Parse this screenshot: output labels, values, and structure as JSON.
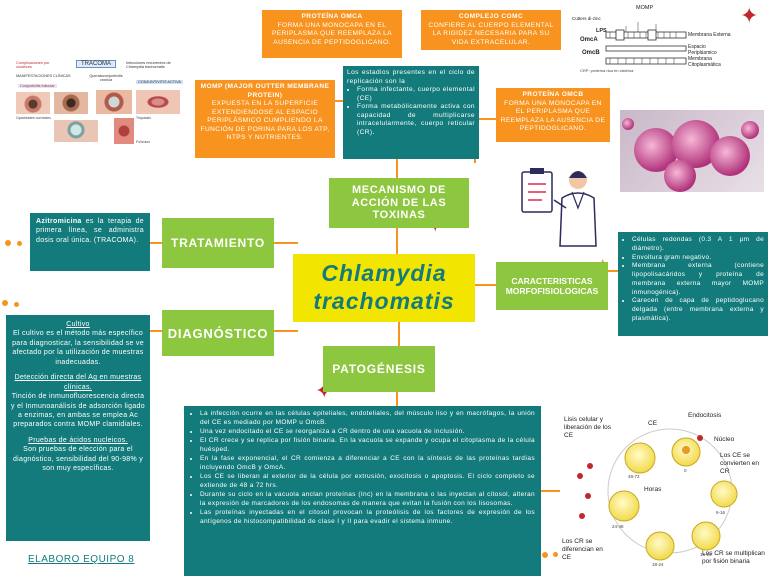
{
  "center": {
    "line1": "Chlamydia",
    "line2": "trachomatis"
  },
  "branches": {
    "mecanismo": "MECANISMO DE ACCIÓN DE LAS TOXINAS",
    "tratamiento": "TRATAMIENTO",
    "diagnostico": "DIAGNÓSTICO",
    "patogenesis": "PATOGÉNESIS",
    "caracteristicas": "CARACTERISTICAS MORFOFISIOLOGICAS"
  },
  "omca": {
    "title": "PROTEÍNA OMCA",
    "text": "FORMA UNA MONOCAPA EN EL PERIPLASMA QUE REEMPLAZA LA AUSENCIA DE PEPTIDOGLICANO."
  },
  "comc": {
    "title": "COMPLEJO COMC",
    "text": "CONFIERE AL CUERPO ELEMENTAL LA RIGIDEZ NECESARIA PARA SU VIDA EXTRACELULAR."
  },
  "momp": {
    "title": "MOMP (MAJOR OUTTER MEMBRANE PROTEIN)",
    "text": "EXPUESTA EN LA SUPERFICIE EXTENDIENDOSE AL ESPACIO PERIPLÁSMICO CUMPLIENDO LA FUNCIÓN DE PORINA PARA LOS ATP, NTPS Y NUTRIENTES."
  },
  "omcb": {
    "title": "PROTEÍNA OMCB",
    "text": "FORMA UNA MONOCAPA EN EL PERIPLASMA QUE REEMPLAZA LA AUSENCIA DE PEPTIDOGLICANO."
  },
  "estadios": {
    "intro": "Los estadios presentes en el ciclo de replicación son la",
    "items": [
      "Forma infectante, cuerpo elemental (CE)",
      "Forma metabólicamente activa con capacidad de multiplicarse intracelularmente, cuerpo reticular (CR)."
    ]
  },
  "tratamiento": {
    "drug": "Azitromicina",
    "text": " es la terapia de primera línea, se administra dosis oral única. (TRACOMA)."
  },
  "diagnostico": {
    "s1_title": "Cultivo",
    "s1_text": "El cultivo es el método más específico para diagnosticar, la sensibilidad se ve afectado por la utilización de muestras inadecuadas.",
    "s2_title": "Detección directa del Ag en muestras clínicas.",
    "s2_text": "Tinción de inmunofluorescencia directa y el Inmunoanálisis de adsorción ligado a enzimas, en ambas se emplea Ac preparados contra MOMP clamidiales.",
    "s3_title": "Pruebas de ácidos nucleicos.",
    "s3_text": "Son pruebas de elección para el diagnóstico, sensibilidad del 90-98% y son muy específicas."
  },
  "caracteristicas": [
    "Células redondas (0.3 A 1 µm de diámetro).",
    "Envoltura gram negativo.",
    "Membrana externa (contiene lipopolisacáridos y proteína de membrana externa mayor MOMP inmunogénica).",
    "Carecen de capa de peptidoglucano delgada (entre membrana externa y plasmática)."
  ],
  "patogenesis": [
    "La infección ocurre en las células epiteliales, endoteliales, del músculo liso y en macrófagos, la unión del CE es mediado por MOMP u OmcB.",
    "Una vez endocitado el CE se reorganiza a CR dentro de una vacuola de inclusión.",
    "El CR crece y se replica por fisión binaria. En la vacuola se expande y ocupa el citoplasma de la célula huésped.",
    "En la fase exponencial, el CR comienza a diferenciar a CE con la síntesis de las proteínas tardías incluyendo OmcB y OmcA.",
    "Los CE se liberan al exterior de la célula por extrusión, exocitosis o apoptosis. El ciclo completo se extiende de 48 a 72 hrs.",
    "Durante su ciclo en la vacuola anclan proteínas (Inc) en la membrana o las inyectan al citosol, alteran la expresión de marcadores de los endosomas de manera que evitan la fusión con los lisosomas.",
    "Las proteínas inyectadas en el citosol provocan la proteólisis de los factores de expresión de los antígenos de histocompatibilidad de clase I y II para evadir el sistema inmune."
  ],
  "footer": "ELABORO EQUIPO 8",
  "membrane": {
    "momp": "MOMP",
    "cutter": "Cutters di-zinc",
    "lps": "LPS",
    "omca": "OmcA",
    "omcb": "OmcB",
    "l1": "Membrana Externa",
    "l2": "Espacio Periplásmico",
    "l3": "Membrana Citoplasmática",
    "caption": "CRP: proteína rica en cisteína"
  },
  "trachoma": {
    "head": "TRACOMA",
    "left": "Complicaciones por cicatrices",
    "right": "Infecciones recurrentes de Chlamydia trachomatis",
    "mid_left": "MANIFESTACIONES CLÍNICAS",
    "mid_center": "Queratoconjuntivitis crónica",
    "mid_right": "CONJUNTIVITIS ACTIVA",
    "sub": "Conjuntivitis folicular",
    "lab1": "Opacidades corneales",
    "lab2": "Triquiasis",
    "lab3": "Folículos"
  },
  "cycle": {
    "liberation": "Lisis celular y liberación de los CE",
    "endocitosis": "Endocitosis",
    "ce": "CE",
    "nucleo": "Núcleo",
    "convert": "Los CE se convierten en CR",
    "horas": "Horas",
    "differ": "Los CR se diferencian en CE",
    "multiply": "Los CR se multiplican por fisión binaria",
    "t1": "48-72",
    "t2": "0",
    "t3": "24-48",
    "t4": "6-16",
    "t5": "18-24",
    "t6": "16-18"
  },
  "colors": {
    "orange": "#f7931e",
    "teal": "#137b7b",
    "green": "#8dc63f",
    "yellow": "#f2e500",
    "title": "#137b7b",
    "star": "#c1272d"
  }
}
